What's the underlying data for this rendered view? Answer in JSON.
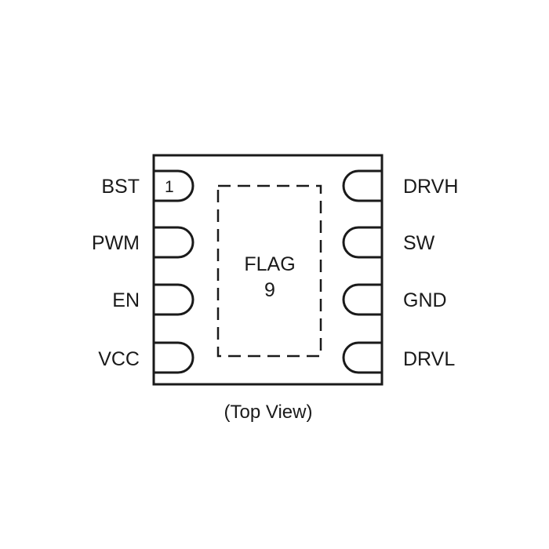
{
  "package": {
    "left_pins": [
      {
        "label": "BST",
        "number": "1"
      },
      {
        "label": "PWM"
      },
      {
        "label": "EN"
      },
      {
        "label": "VCC"
      }
    ],
    "right_pins": [
      {
        "label": "DRVH"
      },
      {
        "label": "SW"
      },
      {
        "label": "GND"
      },
      {
        "label": "DRVL"
      }
    ],
    "flag": {
      "name": "FLAG",
      "number": "9"
    }
  },
  "caption": "(Top View)"
}
